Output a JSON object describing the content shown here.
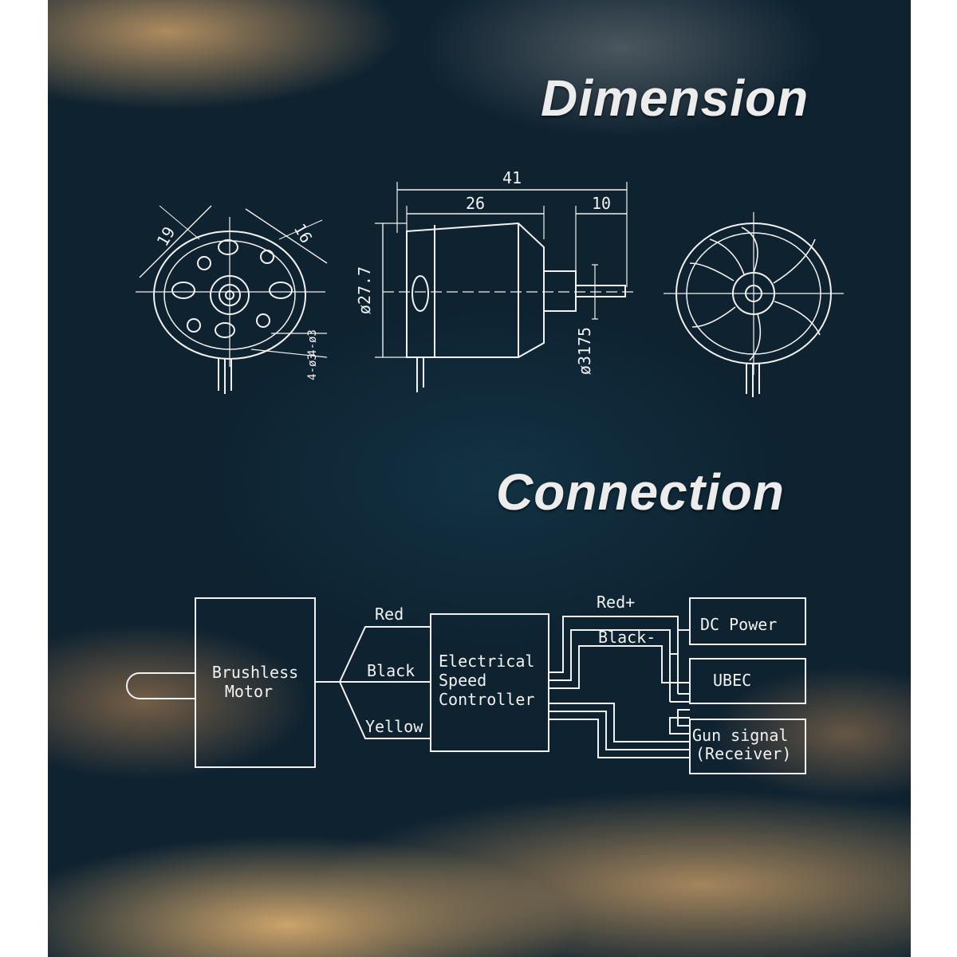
{
  "dimension": {
    "title": "Dimension",
    "labels": {
      "length_total": "41",
      "body_length": "26",
      "shaft_length": "10",
      "diameter": "ø27.7",
      "shaft_diameter": "ø3175",
      "mount_a": "19",
      "mount_b": "16",
      "hole_a": "4-ø3",
      "hole_b": "4-ø3"
    }
  },
  "connection": {
    "title": "Connection",
    "motor_line1": "Brushless",
    "motor_line2": "Motor",
    "wire_red": "Red",
    "wire_black": "Black",
    "wire_yellow": "Yellow",
    "esc_line1": "Electrical",
    "esc_line2": "Speed",
    "esc_line3": "Controller",
    "power_pos": "Red+",
    "power_neg": "Black-",
    "dc_power": "DC Power",
    "ubec": "UBEC",
    "gun_line1": "Gun signal",
    "gun_line2": "(Receiver)"
  },
  "colors": {
    "ink": "#f2f2f2",
    "background": "#0e2230",
    "accent": "#d6aa6e"
  }
}
